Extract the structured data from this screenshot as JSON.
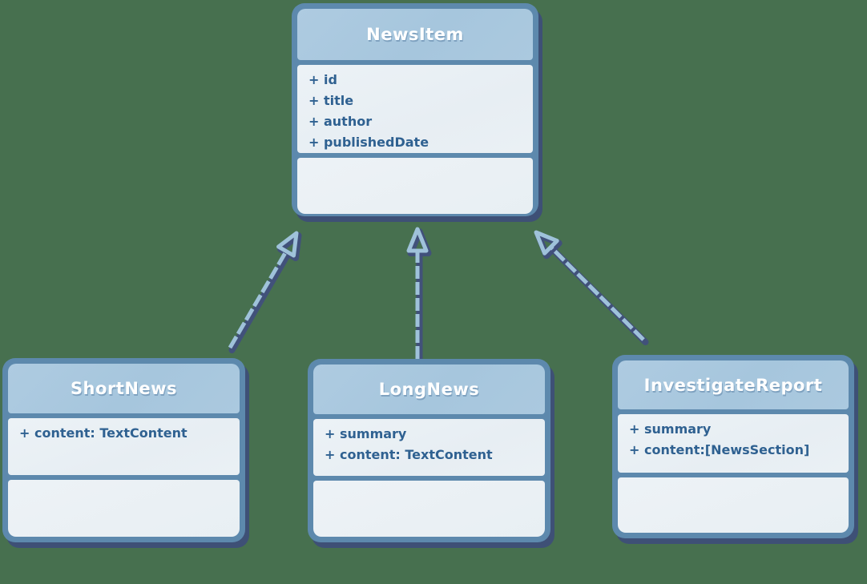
{
  "diagram": {
    "type": "uml-class-diagram",
    "background_color": "#47704f",
    "colors": {
      "box_border": "#5d89ad",
      "header_fill": "#a9c8de",
      "body_fill": "#e9eff4",
      "drop_shadow": "#3f4d7a",
      "title_text": "#ffffff",
      "attribute_text": "#2f6191",
      "arrow_light": "#9fc2da",
      "arrow_dark": "#414f7c"
    },
    "classes": [
      {
        "name": "NewsItem",
        "attributes": [
          "+ id",
          "+ title",
          "+ author",
          "+ publishedDate"
        ],
        "methods": []
      },
      {
        "name": "ShortNews",
        "attributes": [
          "+ content: TextContent"
        ],
        "methods": []
      },
      {
        "name": "LongNews",
        "attributes": [
          "+ summary",
          "+ content: TextContent"
        ],
        "methods": []
      },
      {
        "name": "InvestigateReport",
        "attributes": [
          "+ summary",
          "+ content:[NewsSection]"
        ],
        "methods": []
      }
    ],
    "relationships": [
      {
        "from": "ShortNews",
        "to": "NewsItem",
        "type": "inheritance"
      },
      {
        "from": "LongNews",
        "to": "NewsItem",
        "type": "inheritance"
      },
      {
        "from": "InvestigateReport",
        "to": "NewsItem",
        "type": "inheritance"
      }
    ]
  }
}
